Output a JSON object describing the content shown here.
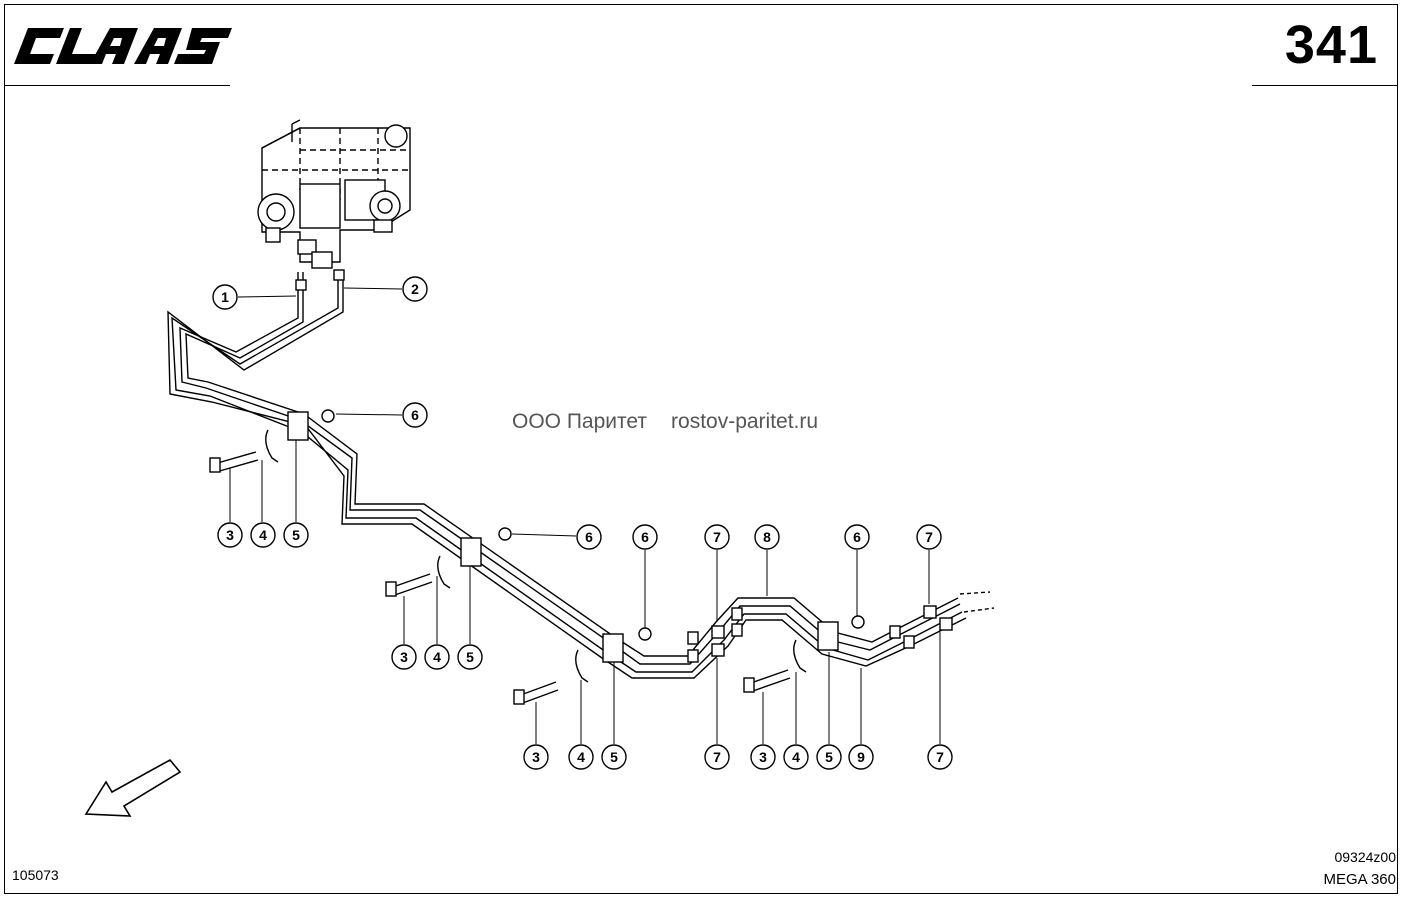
{
  "header": {
    "brand": "CLAAS",
    "page_number": "341"
  },
  "watermark": {
    "company": "ООО Паритет",
    "site": "rostov-paritet.ru"
  },
  "callouts": [
    "1",
    "2",
    "3",
    "4",
    "5",
    "6",
    "7",
    "8",
    "9"
  ],
  "footer": {
    "doc_code": "105073",
    "drawing_code": "09324z00",
    "model": "MEGA 360"
  }
}
